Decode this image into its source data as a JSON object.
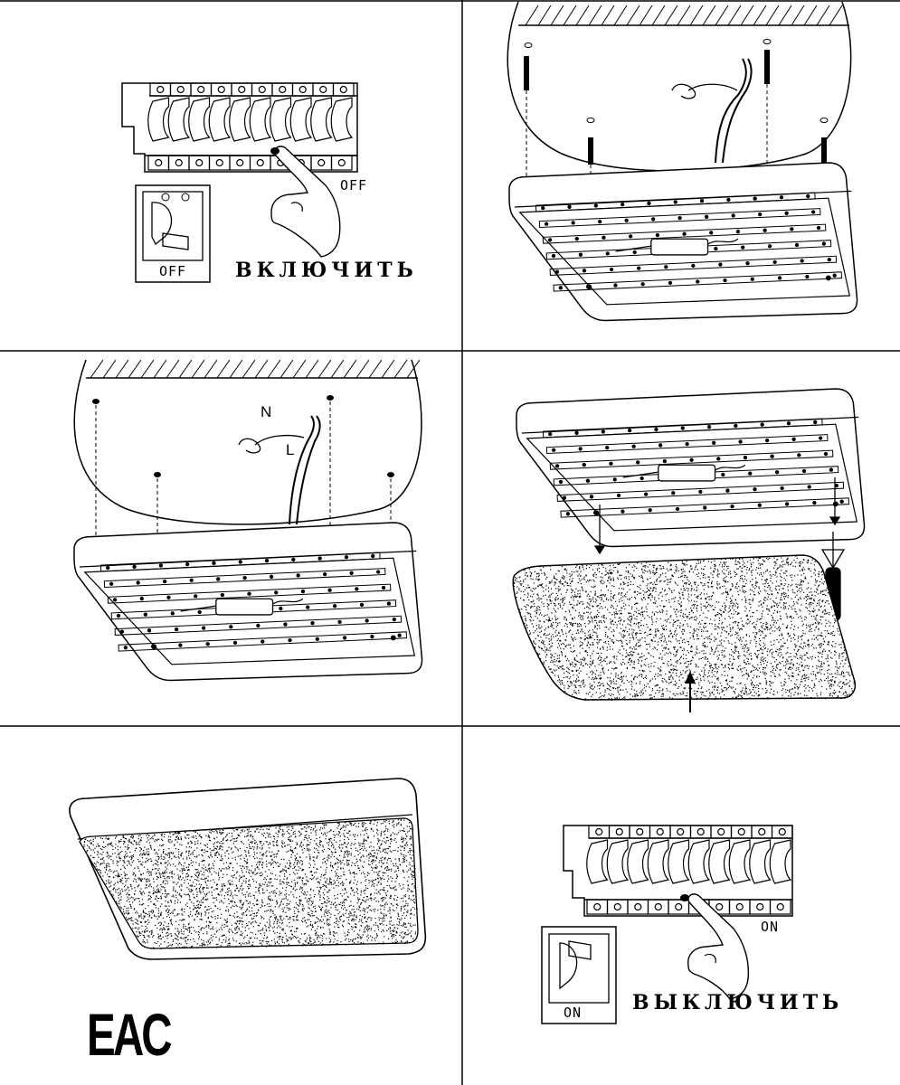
{
  "steps": {
    "step1": {
      "caption": "ВКЛЮЧИТЬ",
      "switch_state": "OFF",
      "breaker_state": "OFF"
    },
    "step3": {
      "wire_n": "N",
      "wire_l": "L"
    },
    "step6": {
      "caption": "ВЫКЛЮЧИТЬ",
      "switch_state": "ON",
      "breaker_state": "ON"
    }
  },
  "certification": {
    "mark": "EAC"
  },
  "colors": {
    "line": "#000000",
    "background": "#ffffff"
  }
}
